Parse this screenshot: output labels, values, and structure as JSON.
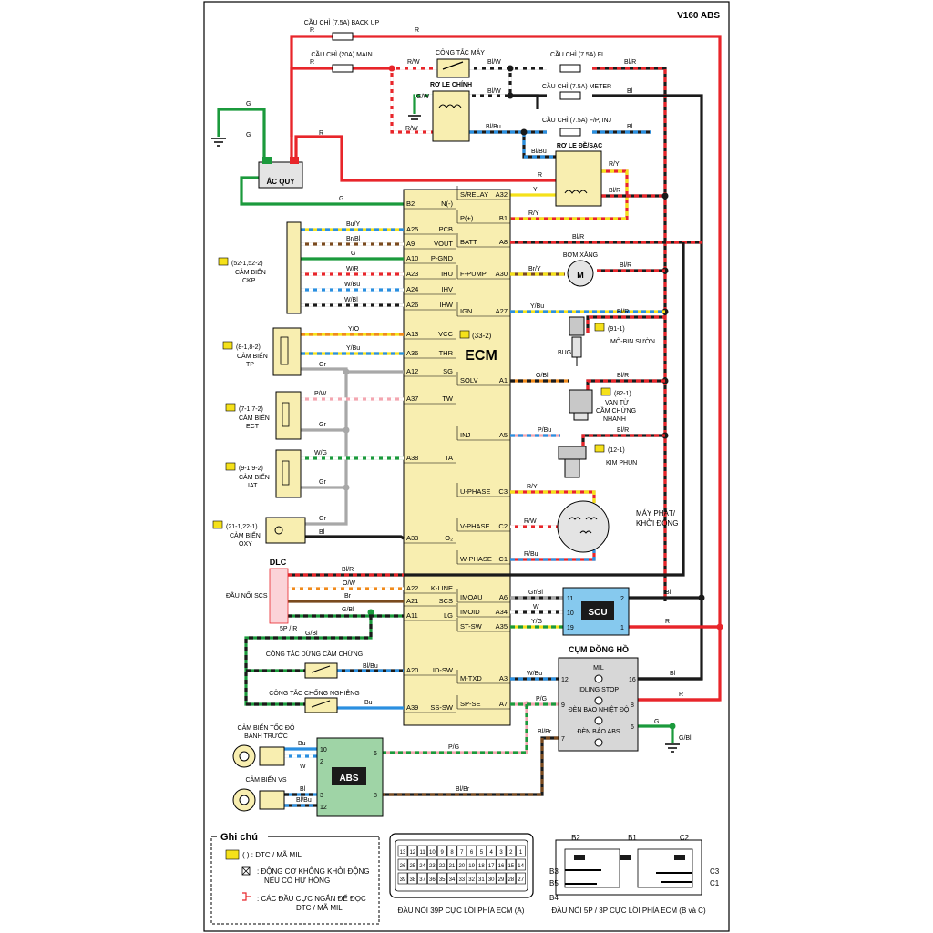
{
  "title": "V160 ABS",
  "fuses": {
    "backup": "CẦU CHÌ (7.5A) BACK UP",
    "main": "CẦU CHÌ (20A) MAIN",
    "fi": "CẦU CHÌ (7.5A) FI",
    "meter": "CẦU CHÌ (7.5A) METER",
    "fpinj": "CẦU CHÌ (7.5A) F/P, INJ"
  },
  "components": {
    "ignition_switch": "CÔNG TẮC MÁY",
    "main_relay": "RƠ LE CHÍNH",
    "start_relay": "RƠ LE ĐỀ/SẠC",
    "battery": "ẮC QUY",
    "ecm": "ECM",
    "ecm_code": "(33-2)",
    "fuel_pump": "BƠM XĂNG",
    "ignition_coil_code": "(91-1)",
    "ignition_coil": "MÔ-BIN SƯỜN",
    "spark_plug": "BUGI",
    "idle_valve_code": "(82-1)",
    "idle_valve_l1": "VAN TỪ",
    "idle_valve_l2": "CẦM CHỪNG",
    "idle_valve_l3": "NHANH",
    "injector_code": "(12-1)",
    "injector": "KIM PHUN",
    "generator_l1": "MÁY PHÁT/",
    "generator_l2": "KHỞI ĐỘNG",
    "dlc": "DLC",
    "scs": "ĐẦU NỐI SCS",
    "scs_sub": "5P / R",
    "scu": "SCU",
    "cluster": "CỤM ĐỒNG HỒ",
    "abs": "ABS",
    "stand_switch": "CÔNG TẮC DỪNG CẦM CHỪNG",
    "tilt_switch": "CÔNG TẮC CHỐNG NGHIÊNG",
    "wheel_sensor_l1": "CẢM BIẾN TỐC ĐỘ",
    "wheel_sensor_l2": "BÁNH TRƯỚC",
    "vs_sensor": "CẢM BIẾN VS"
  },
  "sensors": {
    "ckp_code": "(52-1,52-2)",
    "ckp_l1": "CẢM BIẾN",
    "ckp_l2": "CKP",
    "tp_code": "(8-1,8-2)",
    "tp_l1": "CẢM BIẾN",
    "tp_l2": "TP",
    "ect_code": "(7-1,7-2)",
    "ect_l1": "CẢM BIẾN",
    "ect_l2": "ECT",
    "iat_code": "(9-1,9-2)",
    "iat_l1": "CẢM BIẾN",
    "iat_l2": "IAT",
    "oxy_code": "(21-1,22-1)",
    "oxy_l1": "CẢM BIẾN",
    "oxy_l2": "OXY"
  },
  "cluster_items": [
    "MIL",
    "IDLING STOP",
    "ĐÈN BÁO NHIỆT ĐỘ",
    "ĐÈN BÁO ABS"
  ],
  "ecm_left_pins": [
    {
      "pin": "B2",
      "name": "N(-)"
    },
    {
      "pin": "A25",
      "name": "PCB"
    },
    {
      "pin": "A9",
      "name": "VOUT"
    },
    {
      "pin": "A10",
      "name": "P-GND"
    },
    {
      "pin": "A23",
      "name": "IHU"
    },
    {
      "pin": "A24",
      "name": "IHV"
    },
    {
      "pin": "A26",
      "name": "IHW"
    },
    {
      "pin": "A13",
      "name": "VCC"
    },
    {
      "pin": "A36",
      "name": "THR"
    },
    {
      "pin": "A12",
      "name": "SG"
    },
    {
      "pin": "A37",
      "name": "TW"
    },
    {
      "pin": "A38",
      "name": "TA"
    },
    {
      "pin": "A33",
      "name": "O₂"
    },
    {
      "pin": "A22",
      "name": "K-LINE"
    },
    {
      "pin": "A21",
      "name": "SCS"
    },
    {
      "pin": "A11",
      "name": "LG"
    },
    {
      "pin": "A20",
      "name": "ID-SW"
    },
    {
      "pin": "A39",
      "name": "SS-SW"
    }
  ],
  "ecm_right_pins": [
    {
      "pin": "A32",
      "name": "S/RELAY"
    },
    {
      "pin": "B1",
      "name": "P(+)"
    },
    {
      "pin": "A8",
      "name": "BATT"
    },
    {
      "pin": "A30",
      "name": "F-PUMP"
    },
    {
      "pin": "A27",
      "name": "IGN"
    },
    {
      "pin": "A1",
      "name": "SOLV"
    },
    {
      "pin": "A5",
      "name": "INJ"
    },
    {
      "pin": "C3",
      "name": "U-PHASE"
    },
    {
      "pin": "C2",
      "name": "V-PHASE"
    },
    {
      "pin": "C1",
      "name": "W-PHASE"
    },
    {
      "pin": "A6",
      "name": "IMOAU"
    },
    {
      "pin": "A34",
      "name": "IMOID"
    },
    {
      "pin": "A35",
      "name": "ST-SW"
    },
    {
      "pin": "A3",
      "name": "M-TXD"
    },
    {
      "pin": "A7",
      "name": "SP-SE"
    }
  ],
  "wire_colors": {
    "r1": "R",
    "r2": "R",
    "rw1": "R/W",
    "bw1": "Bl/W",
    "bw2": "Bl/W",
    "blr1": "Bl/R",
    "bl1": "Bl",
    "gw": "G/W",
    "rw2": "R/W",
    "blbu1": "Bl/Bu",
    "blbu2": "Bl/Bu",
    "bl2": "Bl",
    "r3": "R",
    "r4": "R",
    "ry1": "R/Y",
    "blr2": "Bl/R",
    "g1": "G",
    "g2": "G",
    "g3": "G",
    "y1": "Y",
    "ry2": "R/Y",
    "blr3": "Bl/R",
    "bry": "Br/Y",
    "blr4": "Bl/R",
    "ybu": "Y/Bu",
    "blr5": "Bl/R",
    "obl": "O/Bl",
    "blr6": "Bl/R",
    "pbu": "P/Bu",
    "blr7": "Bl/R",
    "ry3": "R/Y",
    "rw3": "R/W",
    "rbu": "R/Bu",
    "buy": "Bu/Y",
    "brbl": "Br/Bl",
    "g4": "G",
    "wr": "W/R",
    "wbu": "W/Bu",
    "wbl": "W/Bl",
    "yo": "Y/O",
    "ybu2": "Y/Bu",
    "gr1": "Gr",
    "pw": "P/W",
    "gr2": "Gr",
    "wg": "W/G",
    "gr3": "Gr",
    "gr4": "Gr",
    "bl3": "Bl",
    "blr8": "Bl/R",
    "ow": "O/W",
    "br": "Br",
    "gbl1": "G/Bl",
    "grbl": "Gr/Bl",
    "w1": "W",
    "yg": "Y/G",
    "bl4": "Bl",
    "r5": "R",
    "gbl2": "G/Bl",
    "blbu3": "Bl/Bu",
    "bu": "Bu",
    "wbu2": "W/Bu",
    "pg1": "P/G",
    "pg2": "P/G",
    "blbr1": "Bl/Br",
    "blbr2": "Bl/Br",
    "bl5": "Bl",
    "r6": "R",
    "g5": "G",
    "gbl3": "G/Bl",
    "bu2": "Bu",
    "w2": "W",
    "bl6": "Bl",
    "blbu4": "Bl/Bu"
  },
  "scu_pins": {
    "p11": "11",
    "p10": "10",
    "p19": "19",
    "p2": "2",
    "p1": "1"
  },
  "cluster_pins": {
    "p12": "12",
    "p9": "9",
    "p7": "7",
    "p16": "16",
    "p8": "8",
    "p6": "6"
  },
  "abs_pins": {
    "p10": "10",
    "p2": "2",
    "p3": "3",
    "p12": "12",
    "p6": "6",
    "p8": "8"
  },
  "legend": {
    "title": "Ghi chú",
    "item1": "( ) : DTC / MÃ MIL",
    "item2_l1": ": ĐỘNG CƠ KHÔNG KHỞI ĐỘNG",
    "item2_l2": "NẾU CÓ HƯ HỎNG",
    "item3_l1": ": CÁC ĐẦU CỰC NGẮN ĐỂ ĐỌC",
    "item3_l2": "DTC / MÃ MIL"
  },
  "connector39": {
    "caption": "ĐẦU NỐI 39P CỰC LỒI PHÍA ECM (A)",
    "row1": [
      "13",
      "12",
      "11",
      "10",
      "9",
      "8",
      "7",
      "6",
      "5",
      "4",
      "3",
      "2",
      "1"
    ],
    "row2": [
      "26",
      "25",
      "24",
      "23",
      "22",
      "21",
      "20",
      "19",
      "18",
      "17",
      "16",
      "15",
      "14"
    ],
    "row3": [
      "39",
      "38",
      "37",
      "36",
      "35",
      "34",
      "33",
      "32",
      "31",
      "30",
      "29",
      "28",
      "27"
    ]
  },
  "connector5": {
    "caption": "ĐẦU NỐI 5P / 3P CỰC LỒI PHÍA ECM (B và C)",
    "b2": "B2",
    "b1": "B1",
    "b3": "B3",
    "b5": "B5",
    "b4": "B4",
    "c2": "C2",
    "c3": "C3",
    "c1": "C1"
  },
  "colors": {
    "red": "#e8252a",
    "black": "#1a1a1a",
    "green": "#1b9a3c",
    "yellow": "#f5e11a",
    "brown": "#7a4a1e",
    "blue": "#2a8fe0",
    "orange": "#f08a1c",
    "pink": "#f3a6b0",
    "gray": "#a8a8a8",
    "ecm": "#f8eeb0",
    "scu": "#86c9ee",
    "abs": "#9fd4a6",
    "cluster": "#d7d7d7"
  }
}
